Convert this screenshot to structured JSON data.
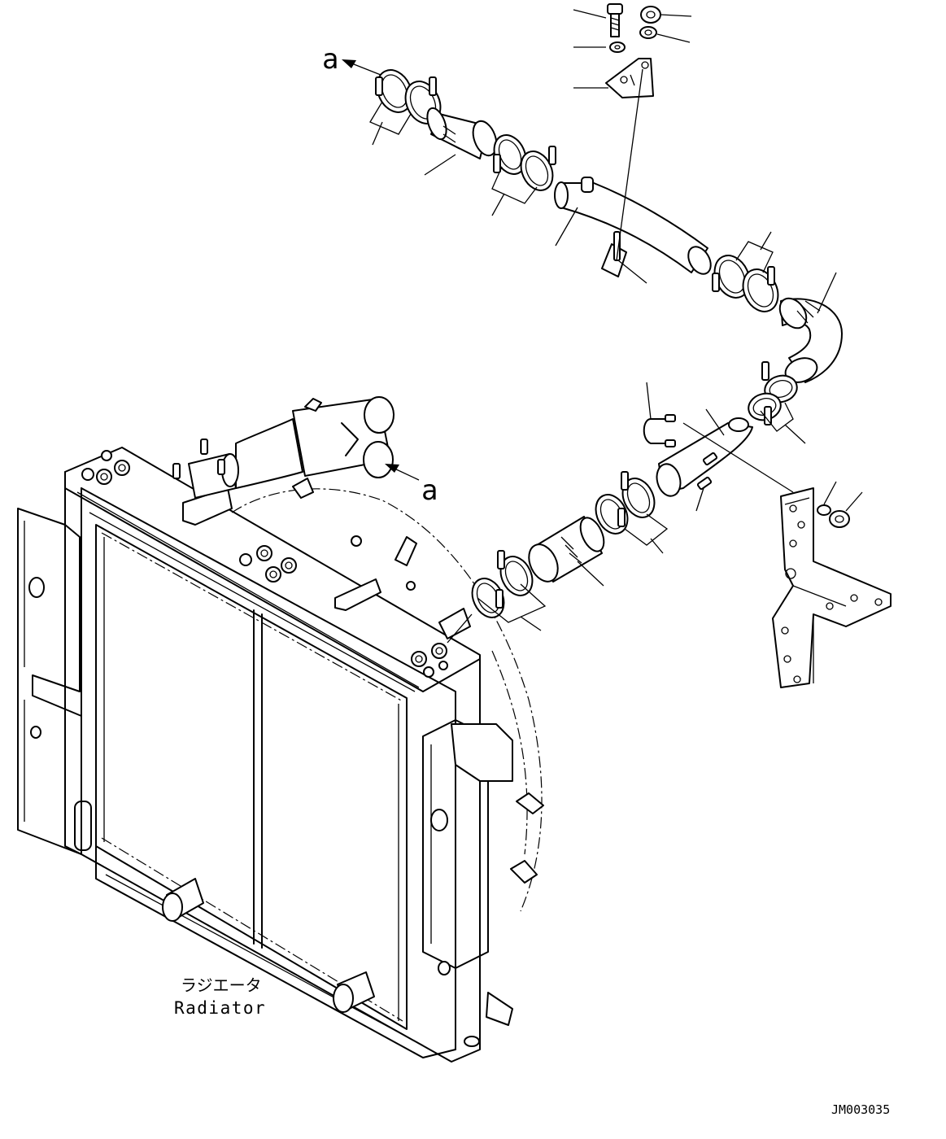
{
  "labels": {
    "ref_a_top": "a",
    "ref_a_bottom": "a",
    "radiator_jp": "ラジエータ",
    "radiator_en": "Radiator",
    "figure_id": "JM003035"
  }
}
